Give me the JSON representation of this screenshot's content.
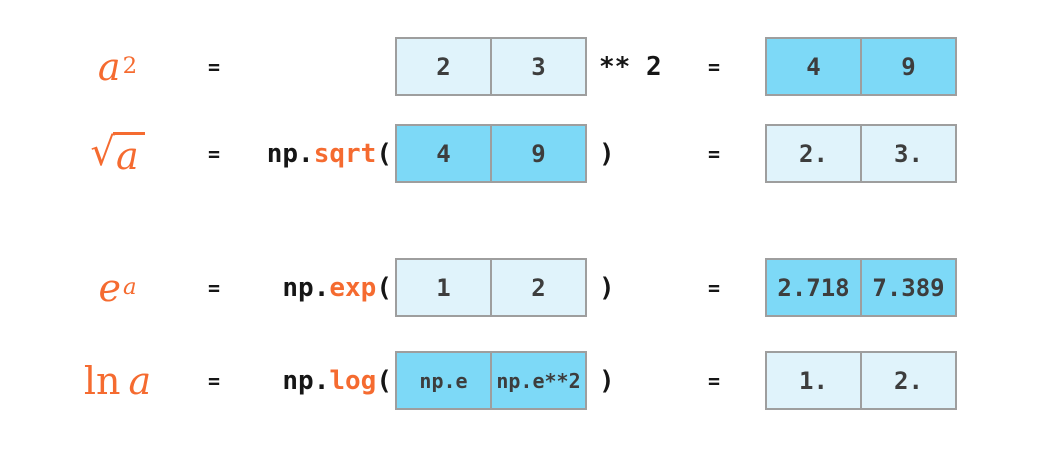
{
  "colors": {
    "accent": "#f56b30",
    "code_text": "#161616",
    "cell_text": "#3d3d3d",
    "cell_light": "#e0f3fb",
    "cell_dark": "#7dd9f7",
    "cell_border": "#9e9e9e",
    "background": "#ffffff"
  },
  "equals": "=",
  "rows": [
    {
      "name": "square",
      "label": {
        "base": "a",
        "sup": "2"
      },
      "fn": {
        "module": "",
        "func": "",
        "open": ""
      },
      "input": {
        "cells": [
          "2",
          "3"
        ],
        "shade": "light"
      },
      "after": "** 2",
      "result": {
        "cells": [
          "4",
          "9"
        ],
        "shade": "dark"
      }
    },
    {
      "name": "sqrt",
      "label": {
        "radical": "√",
        "radicand": "a"
      },
      "fn": {
        "module": "np.",
        "func": "sqrt",
        "open": "("
      },
      "input": {
        "cells": [
          "4",
          "9"
        ],
        "shade": "dark"
      },
      "after": ")",
      "result": {
        "cells": [
          "2.",
          "3."
        ],
        "shade": "light"
      }
    },
    {
      "name": "exp",
      "label": {
        "base": "e",
        "sup": "a"
      },
      "fn": {
        "module": "np.",
        "func": "exp",
        "open": "("
      },
      "input": {
        "cells": [
          "1",
          "2"
        ],
        "shade": "light"
      },
      "after": ")",
      "result": {
        "cells": [
          "2.718",
          "7.389"
        ],
        "shade": "dark"
      }
    },
    {
      "name": "log",
      "label": {
        "prefix": "ln",
        "base": "a"
      },
      "fn": {
        "module": "np.",
        "func": "log",
        "open": "("
      },
      "input": {
        "cells": [
          "np.e",
          "np.e**2"
        ],
        "shade": "dark"
      },
      "after": ")",
      "result": {
        "cells": [
          "1.",
          "2."
        ],
        "shade": "light"
      }
    }
  ]
}
